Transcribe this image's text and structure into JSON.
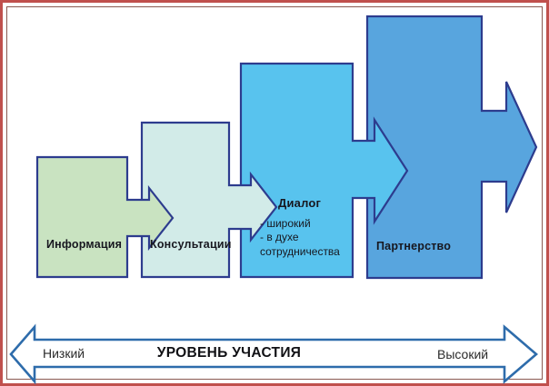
{
  "diagram": {
    "steps": [
      {
        "label": "Информация"
      },
      {
        "label": "Консультации"
      },
      {
        "label": "Диалог",
        "details": [
          "- широкий",
          "- в духе",
          "сотрудничества"
        ]
      },
      {
        "label": "Партнерство"
      }
    ],
    "axis": {
      "title": "УРОВЕНЬ УЧАСТИЯ",
      "low": "Низкий",
      "high": "Высокий"
    }
  },
  "colors": {
    "information_fill": "#c9e3c1",
    "consultation_fill": "#d2ebe8",
    "dialog_fill": "#58c3ee",
    "partnership_fill": "#58a5de",
    "shape_outline": "#2d3c8e",
    "axis_fill": "#ffffff",
    "axis_outline": "#2e6cab",
    "frame_outer": "#c0504d",
    "frame_inner": "#8a5a52",
    "label_text": "#17171f"
  }
}
